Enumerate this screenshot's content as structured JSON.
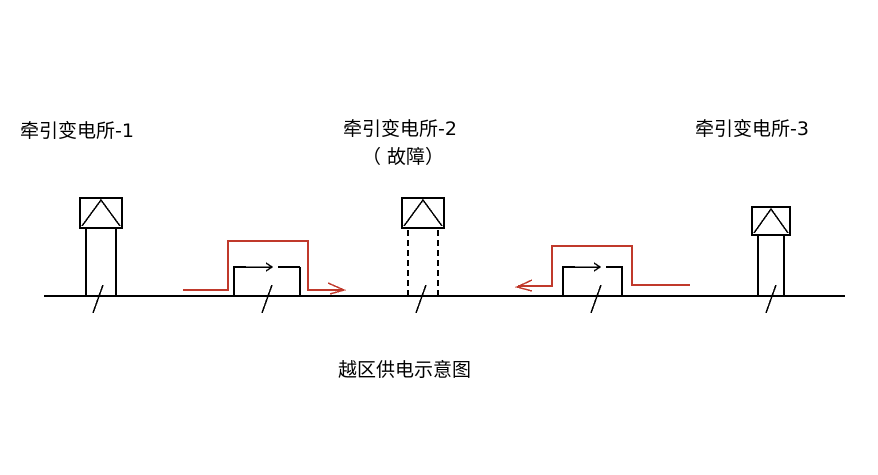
{
  "substations": [
    {
      "name": "牵引变电所-1",
      "status": ""
    },
    {
      "name": "牵引变电所-2",
      "status": "（ 故障）"
    },
    {
      "name": "牵引变电所-3",
      "status": ""
    }
  ],
  "caption": "越区供电示意图",
  "colors": {
    "line": "#000000",
    "feed_path": "#c0392b"
  }
}
